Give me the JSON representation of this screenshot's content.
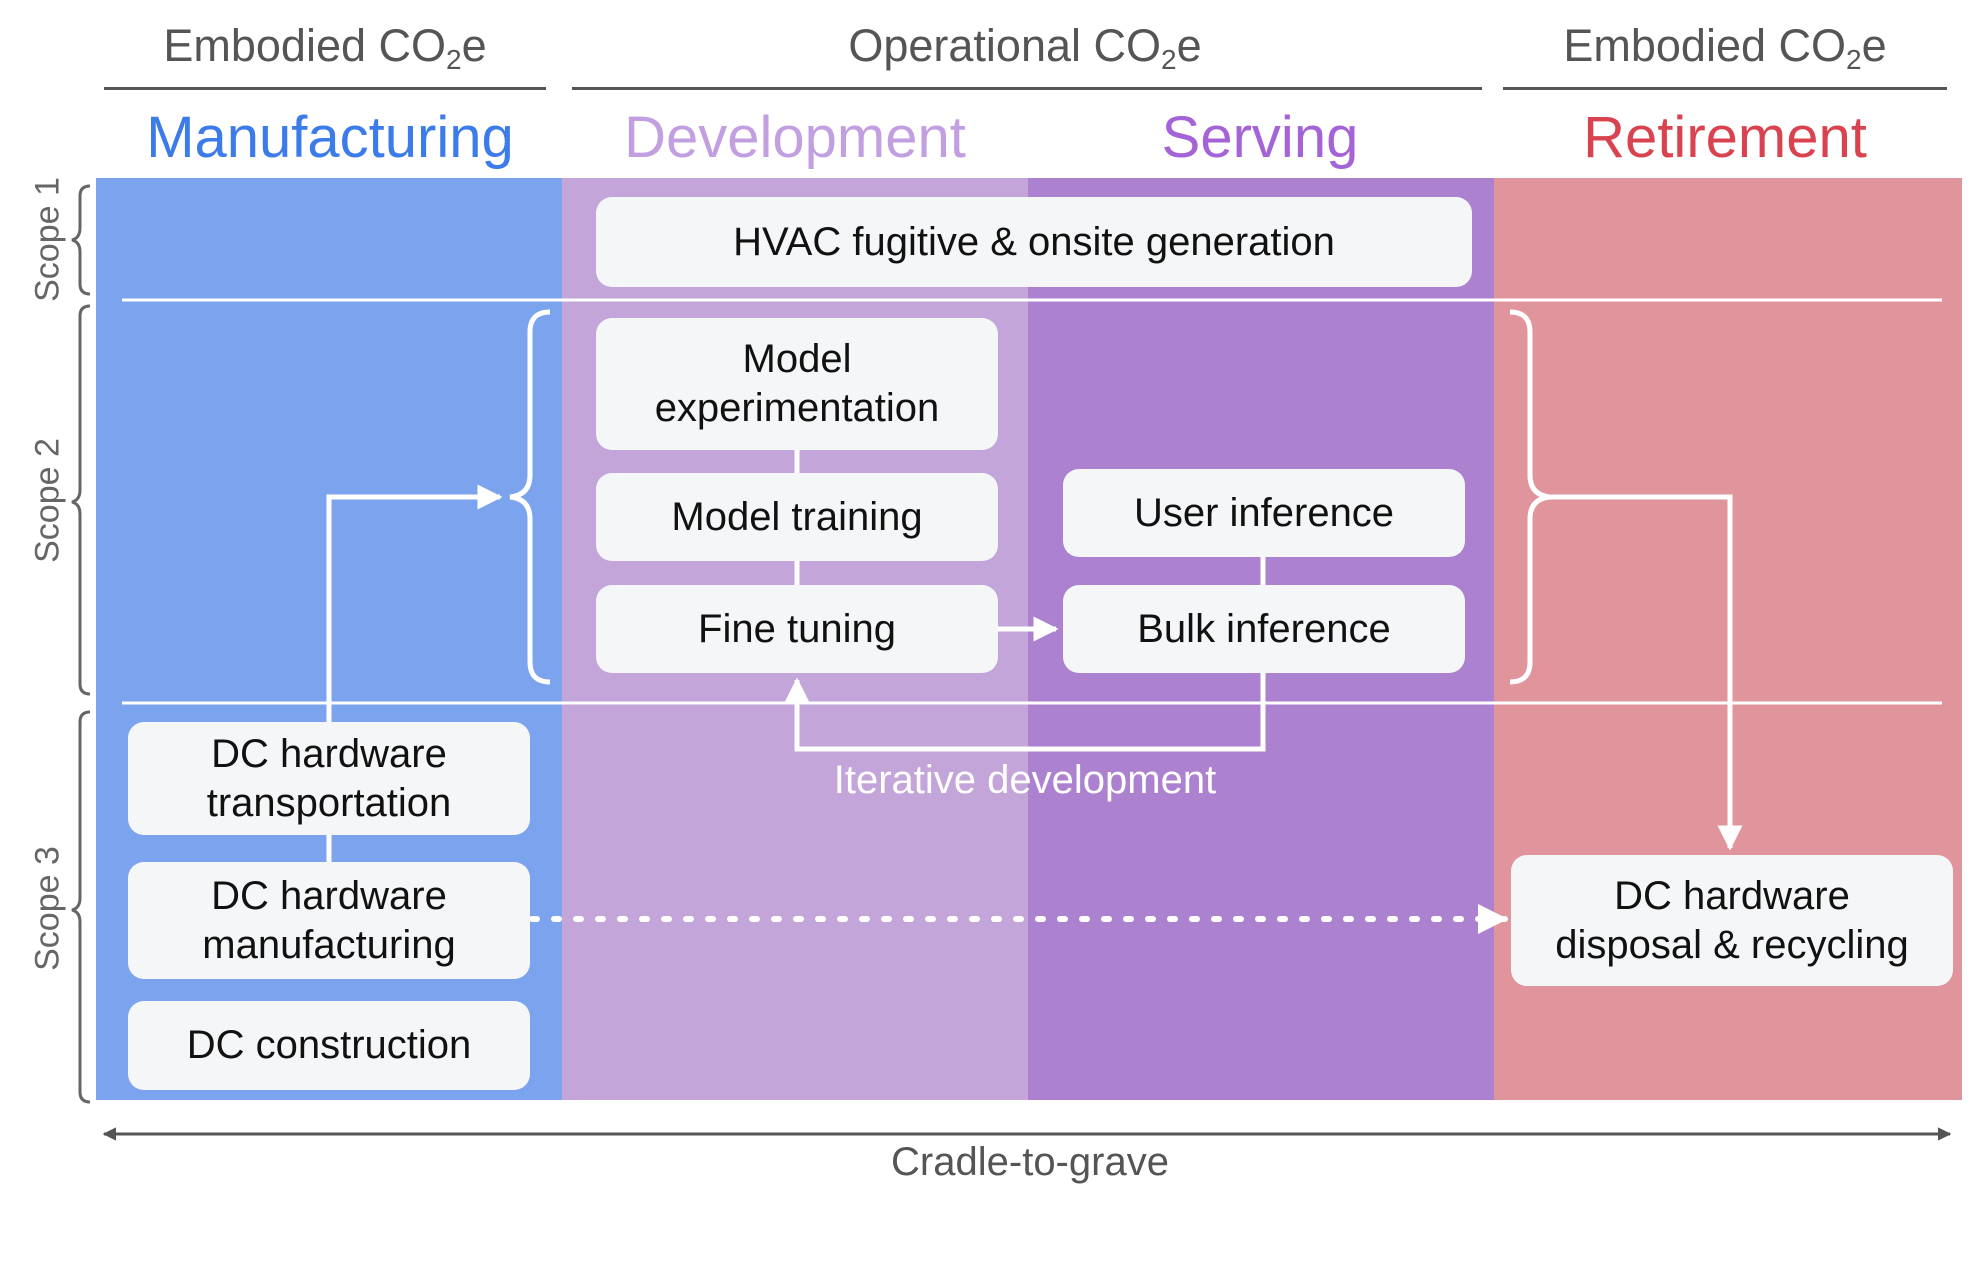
{
  "headers": {
    "left": {
      "main": "Embodied CO",
      "sub": "2",
      "tail": "e"
    },
    "middle": {
      "main": "Operational CO",
      "sub": "2",
      "tail": "e"
    },
    "right": {
      "main": "Embodied CO",
      "sub": "2",
      "tail": "e"
    }
  },
  "phases": {
    "manufacturing": "Manufacturing",
    "development": "Development",
    "serving": "Serving",
    "retirement": "Retirement"
  },
  "scopes": {
    "scope1": "Scope 1",
    "scope2": "Scope 2",
    "scope3": "Scope 3"
  },
  "boxes": {
    "hvac": "HVAC fugitive & onsite generation",
    "model_experimentation": "Model experimentation",
    "model_training": "Model training",
    "fine_tuning": "Fine tuning",
    "user_inference": "User inference",
    "bulk_inference": "Bulk inference",
    "dc_hw_transportation": "DC hardware transportation",
    "dc_hw_manufacturing": "DC hardware manufacturing",
    "dc_construction": "DC construction",
    "dc_hw_disposal": "DC hardware disposal & recycling"
  },
  "labels": {
    "iterative_development": "Iterative development",
    "cradle_to_grave": "Cradle-to-grave"
  },
  "colors": {
    "manufacturing_bg": "#7ba3ee",
    "development_bg": "#c3a5d9",
    "serving_bg": "#ac82d0",
    "retirement_bg": "#e0949c",
    "manufacturing_title": "#3c7bea",
    "development_title": "#c29fe0",
    "serving_title": "#a463d6",
    "retirement_title": "#d9434f"
  }
}
